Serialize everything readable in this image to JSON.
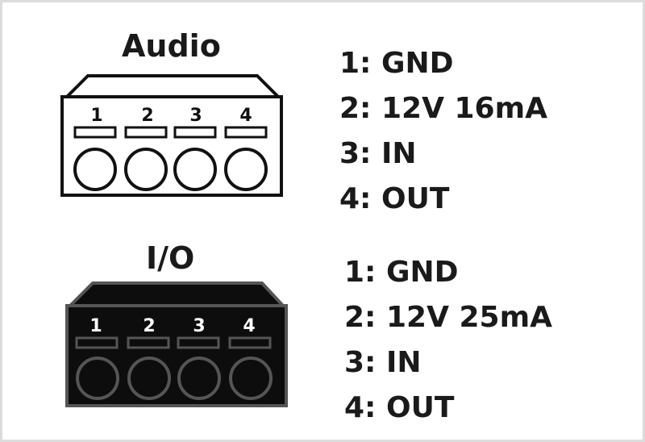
{
  "connectors": [
    {
      "title": "Audio",
      "pin_numbers": [
        "1",
        "2",
        "3",
        "4"
      ],
      "pins": [
        "1: GND",
        "2: 12V 16mA",
        "3: IN",
        "4: OUT"
      ],
      "style": {
        "fill": "#ffffff",
        "stroke": "#111111",
        "label": "#111111"
      }
    },
    {
      "title": "I/O",
      "pin_numbers": [
        "1",
        "2",
        "3",
        "4"
      ],
      "pins": [
        "1: GND",
        "2: 12V 25mA",
        "3: IN",
        "4: OUT"
      ],
      "style": {
        "fill": "#0d0d0d",
        "stroke": "#555555",
        "label": "#ffffff"
      }
    }
  ]
}
